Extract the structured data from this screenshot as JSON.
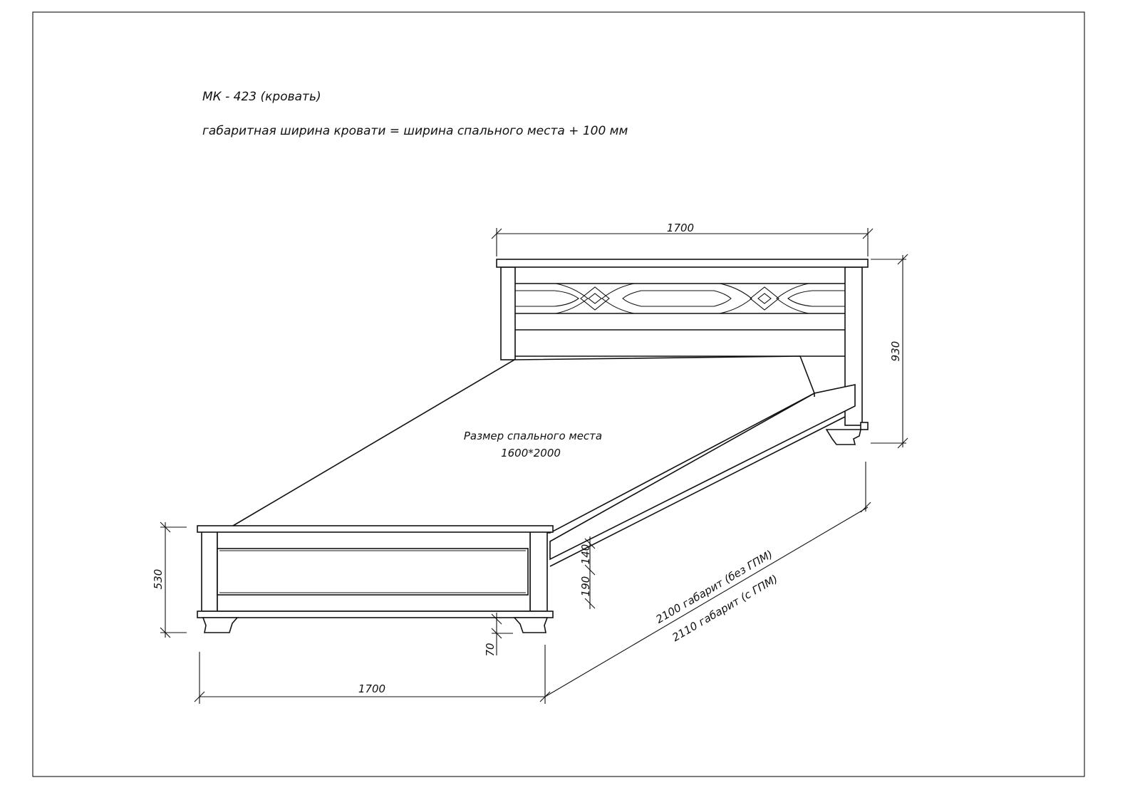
{
  "title": "МК - 423 (кровать)",
  "subtitle": "габаритная ширина кровати = ширина спального места + 100 мм",
  "mattress": {
    "label": "Размер спального места",
    "size": "1600*2000"
  },
  "dimensions": {
    "headboard_width": "1700",
    "headboard_height": "930",
    "footboard_height": "530",
    "footboard_width": "1700",
    "leg_height": "70",
    "rail_upper": "140",
    "rail_lower": "190",
    "length_without_lift": "2100 габарит (без ГПМ)",
    "length_with_lift": "2110 габарит (с ГПМ)"
  }
}
